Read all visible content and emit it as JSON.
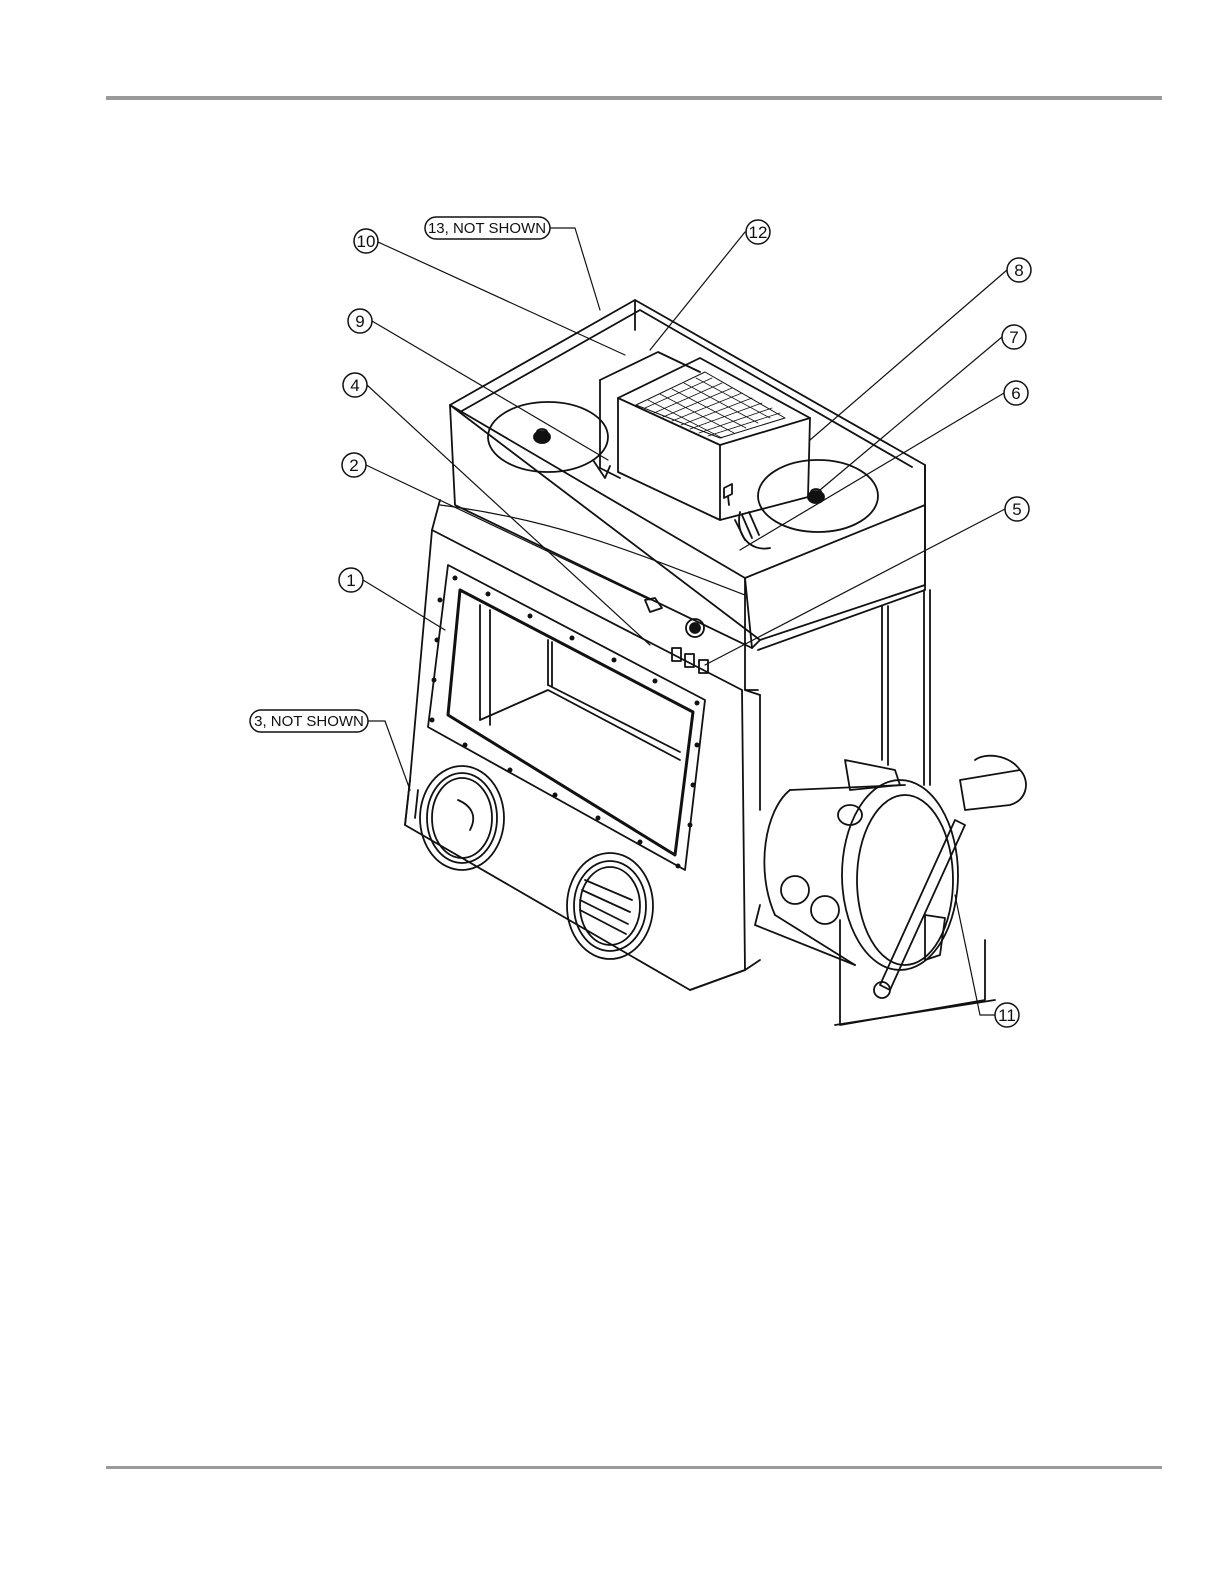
{
  "diagram": {
    "callouts": [
      {
        "id": "c1",
        "label": "1"
      },
      {
        "id": "c2",
        "label": "2"
      },
      {
        "id": "c4",
        "label": "4"
      },
      {
        "id": "c5",
        "label": "5"
      },
      {
        "id": "c6",
        "label": "6"
      },
      {
        "id": "c7",
        "label": "7"
      },
      {
        "id": "c8",
        "label": "8"
      },
      {
        "id": "c9",
        "label": "9"
      },
      {
        "id": "c10",
        "label": "10"
      },
      {
        "id": "c11",
        "label": "11"
      },
      {
        "id": "c12",
        "label": "12"
      }
    ],
    "notes": [
      {
        "id": "n13",
        "label": "13, NOT SHOWN"
      },
      {
        "id": "n3",
        "label": "3, NOT SHOWN"
      }
    ]
  }
}
